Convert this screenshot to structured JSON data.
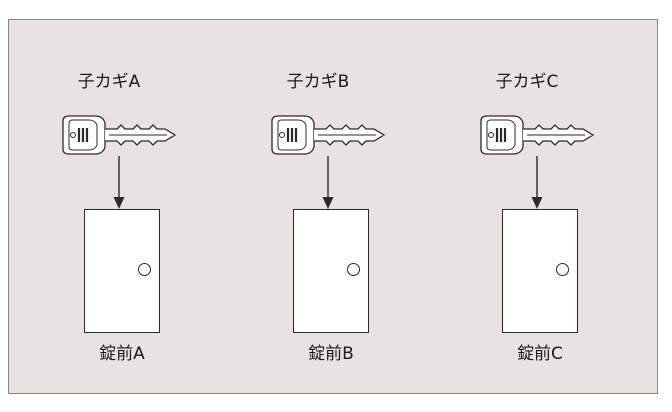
{
  "units": [
    {
      "key_label": "子カギA",
      "lock_label": "錠前A"
    },
    {
      "key_label": "子カギB",
      "lock_label": "錠前B"
    },
    {
      "key_label": "子カギC",
      "lock_label": "錠前C"
    }
  ],
  "colors": {
    "panel_background": "#e8e3e0",
    "panel_border": "#8a8683",
    "line": "#2a2a2a",
    "door_fill": "#ffffff"
  }
}
